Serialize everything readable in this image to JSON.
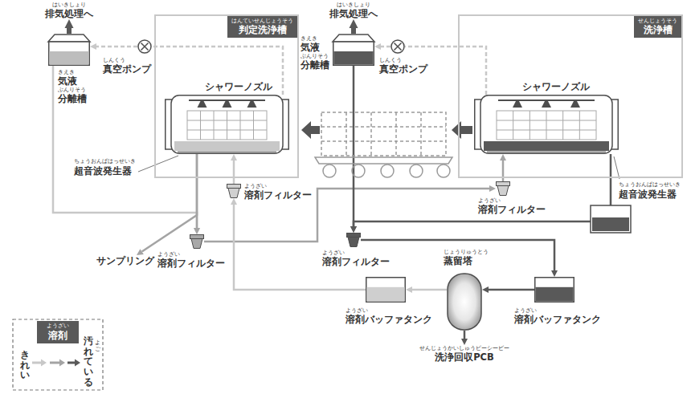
{
  "diagram": {
    "nodes": [
      {
        "text": [
          "はいきしょり",
          "排気処理へ"
        ]
      },
      {
        "text": [
          "きえき",
          "気液",
          "ぶんりそう",
          "分離槽"
        ]
      },
      {
        "text": [
          "しんくう",
          "真空ポンプ"
        ]
      },
      {
        "text": [
          "はんていせんじょうそう",
          "判定洗浄槽"
        ]
      },
      {
        "text": [
          "シャワーノズル"
        ],
        "in": 3
      },
      {
        "text": [
          "ようざい",
          "溶剤フィルター"
        ]
      },
      {
        "text": [
          "ようざい",
          "溶剤フィルター"
        ]
      },
      {
        "text": [
          "サンプリング"
        ]
      },
      {
        "text": [
          "はいきしょり",
          "排気処理へ"
        ]
      },
      {
        "text": [
          "きえき",
          "気液",
          "ぶんりそう",
          "分離槽"
        ]
      },
      {
        "text": [
          "しんくう",
          "真空ポンプ"
        ]
      },
      {
        "text": [
          "せんじょうそう",
          "洗浄槽"
        ]
      },
      {
        "text": [
          "シャワーノズル"
        ],
        "in": 11
      },
      {
        "text": [
          "ようざい",
          "溶剤フィルター"
        ]
      },
      {
        "text": [
          "ようざい",
          "溶剤フィルター"
        ]
      },
      {
        "text": [
          "じょうりゅうとう",
          "蒸留塔"
        ]
      },
      {
        "text": [
          "ようざい",
          "溶剤バッファタンク"
        ]
      },
      {
        "text": [
          "ようざい",
          "溶剤バッファタンク"
        ]
      },
      {
        "text": [
          "せんじょうかいしゅうピーシービー",
          "洗浄回収PCB"
        ]
      }
    ],
    "edges": [
      {
        "from": 1,
        "to": 0,
        "arrow": "to"
      },
      {
        "from": 4,
        "to": 2,
        "arrow": "none"
      },
      {
        "from": 2,
        "to": 1,
        "arrow": "to"
      },
      {
        "from": 1,
        "to": 6,
        "arrow": "to"
      },
      {
        "from": 4,
        "to": 6,
        "arrow": "to"
      },
      {
        "from": 4,
        "to": 7,
        "arrow": "to"
      },
      {
        "from": 6,
        "to": 13,
        "arrow": "to"
      },
      {
        "from": 13,
        "to": 12,
        "arrow": "to"
      },
      {
        "from": 17,
        "to": 5,
        "arrow": "to"
      },
      {
        "from": 5,
        "to": 4,
        "arrow": "to"
      },
      {
        "from": 9,
        "to": 8,
        "arrow": "to"
      },
      {
        "from": 12,
        "to": 10,
        "arrow": "none"
      },
      {
        "from": 10,
        "to": 9,
        "arrow": "to"
      },
      {
        "from": 9,
        "to": 14,
        "arrow": "to"
      },
      {
        "from": 12,
        "to": 14,
        "arrow": "to"
      },
      {
        "from": 14,
        "to": 16,
        "arrow": "to"
      },
      {
        "from": 16,
        "to": 15,
        "arrow": "to"
      },
      {
        "from": 15,
        "to": 17,
        "arrow": "to"
      },
      {
        "from": 15,
        "to": 18,
        "arrow": "to"
      }
    ],
    "labels": [
      "ちょうおんぱはっせいき",
      "超音波発生器",
      "ちょうおんぱはっせいき",
      "超音波発生器",
      "ようざい",
      "溶剤",
      "よご"
    ],
    "legend": [
      {
        "text": "きれい",
        "color": "#c8c8c8"
      },
      {
        "text": "汚れている",
        "color": "#595959"
      }
    ]
  }
}
